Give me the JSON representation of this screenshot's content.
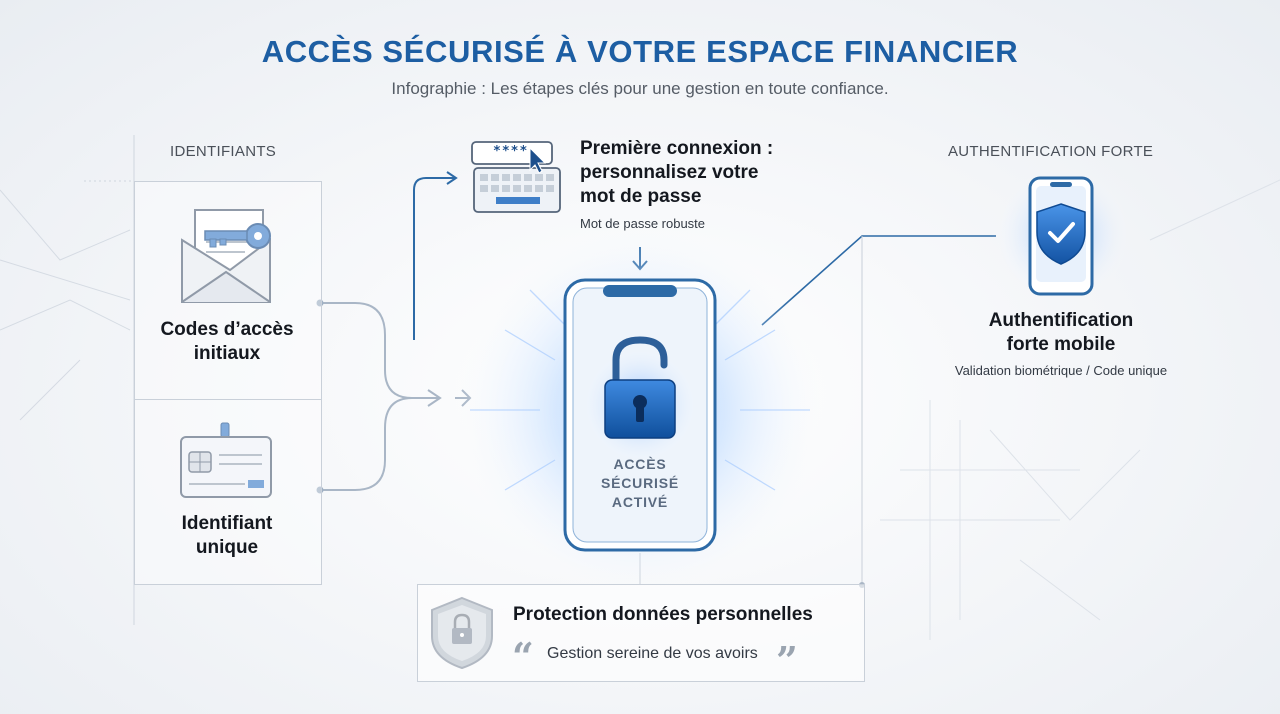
{
  "header": {
    "title": "ACCÈS SÉCURISÉ À VOTRE ESPACE FINANCIER",
    "subtitle": "Infographie : Les étapes clés pour une gestion en toute confiance."
  },
  "left_panel": {
    "section_label": "IDENTIFIANTS",
    "items": [
      {
        "label_line1": "Codes d’accès",
        "label_line2": "initiaux",
        "icon": "envelope-key-icon"
      },
      {
        "label_line1": "Identifiant",
        "label_line2": "unique",
        "icon": "id-card-icon"
      }
    ]
  },
  "password_step": {
    "title_line1": "Première connexion :",
    "title_line2": "personnalisez votre",
    "title_line3": "mot de passe",
    "caption": "Mot de passe robuste",
    "field_value": "****",
    "icon": "keyboard-password-icon"
  },
  "center_phone": {
    "line1": "ACCÈS",
    "line2": "SÉCURISÉ",
    "line3": "ACTIVÉ",
    "icon": "unlocked-padlock-icon"
  },
  "right_panel": {
    "section_label": "AUTHENTIFICATION FORTE",
    "title_line1": "Authentification",
    "title_line2": "forte mobile",
    "caption": "Validation biométrique / Code unique",
    "icon": "phone-shield-check-icon"
  },
  "bottom_panel": {
    "title": "Protection données personnelles",
    "quote_open": "“",
    "quote_text": "Gestion sereine de vos avoirs",
    "quote_close": "”",
    "icon": "shield-lock-icon"
  },
  "colors": {
    "accent": "#1d5ea3",
    "line": "#2d6aa6",
    "glow": "#7fb6ff"
  }
}
